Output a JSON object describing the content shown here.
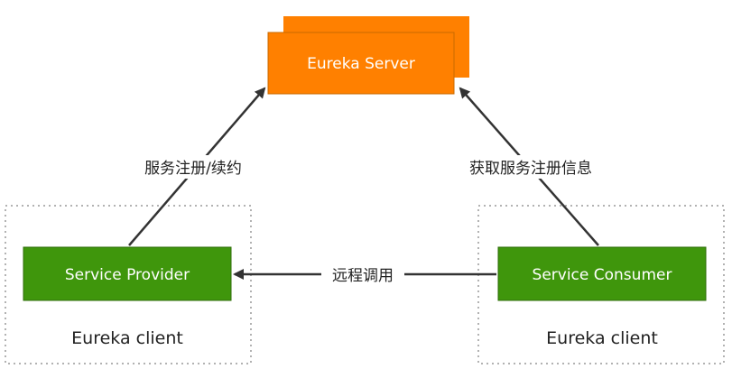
{
  "colors": {
    "server_fill": "#ff8000",
    "server_stroke": "#c86a00",
    "client_fill": "#3f960c",
    "client_stroke": "#2f6e0a",
    "arrow": "#333333",
    "group_border": "#999999",
    "background": "#ffffff"
  },
  "nodes": {
    "server": {
      "label": "Eureka Server"
    },
    "provider": {
      "label": "Service Provider"
    },
    "consumer": {
      "label": "Service Consumer"
    }
  },
  "groups": {
    "provider_group": {
      "label": "Eureka client"
    },
    "consumer_group": {
      "label": "Eureka client"
    }
  },
  "edges": {
    "register": {
      "label": "服务注册/续约"
    },
    "fetch": {
      "label": "获取服务注册信息"
    },
    "remote_call": {
      "label": "远程调用"
    }
  }
}
